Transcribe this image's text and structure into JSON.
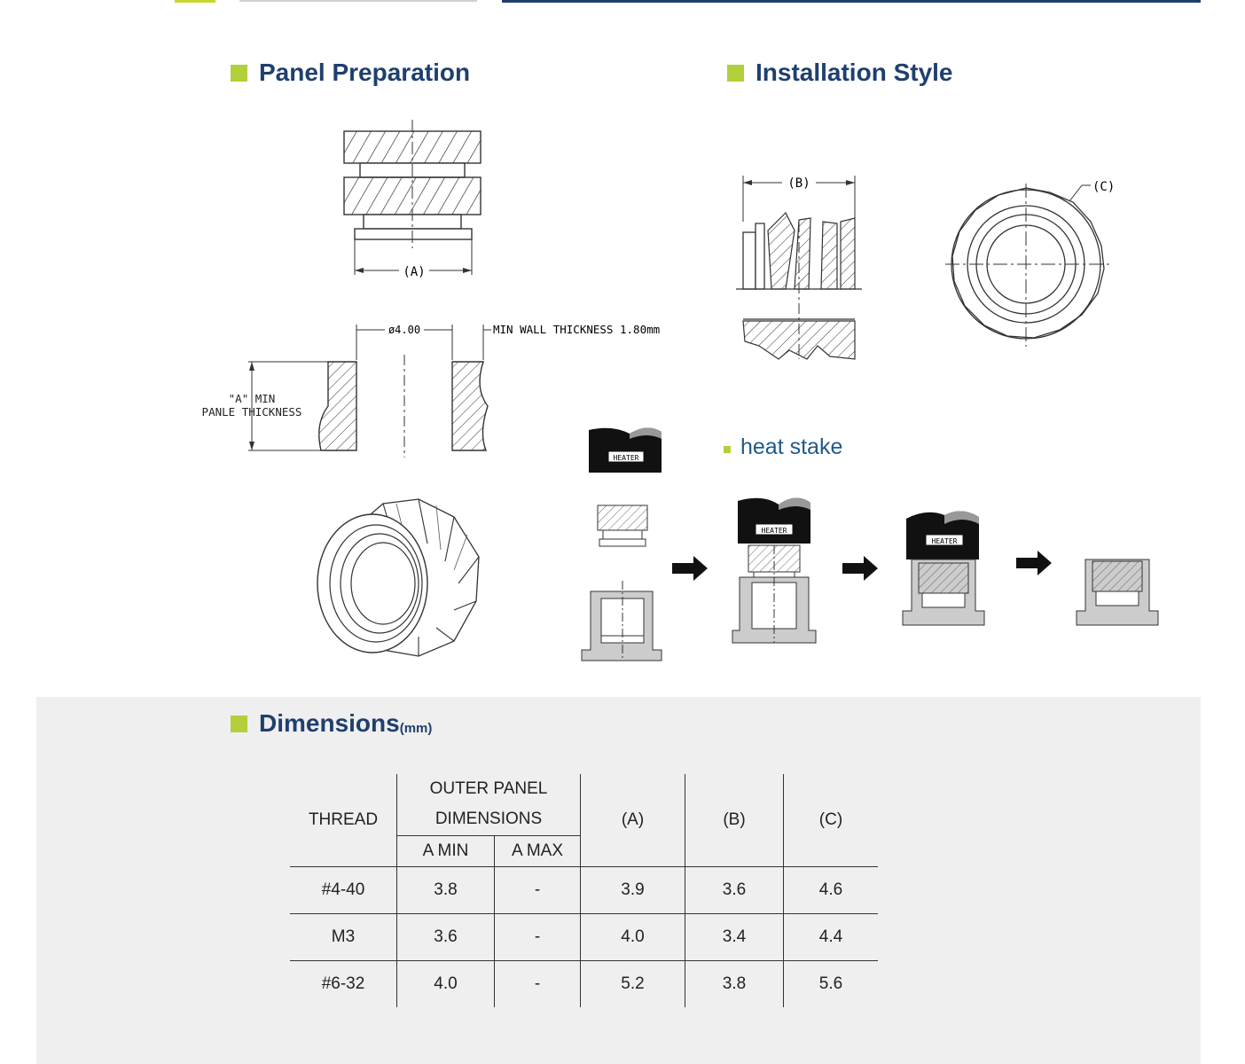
{
  "sections": {
    "panel_preparation": "Panel Preparation",
    "installation_style": "Installation Style",
    "dimensions": "Dimensions",
    "dimensions_unit": "(mm)"
  },
  "drawings": {
    "label_a": "(A)",
    "label_b": "(B)",
    "label_c": "(C)",
    "diameter": "ø4.00",
    "min_wall": "MIN WALL THICKNESS 1.80mm",
    "a_min_line1": "\"A\" MIN",
    "a_min_line2": "PANLE THICKNESS",
    "heater": "HEATER"
  },
  "heat_stake_label": "heat stake",
  "table": {
    "headers": {
      "thread": "THREAD",
      "outer_line1": "OUTER PANEL",
      "outer_line2": "DIMENSIONS",
      "a_min": "A MIN",
      "a_max": "A MAX",
      "a": "(A)",
      "b": "(B)",
      "c": "(C)"
    },
    "rows": [
      {
        "thread": "#4-40",
        "a_min": "3.8",
        "a_max": "-",
        "a": "3.9",
        "b": "3.6",
        "c": "4.6"
      },
      {
        "thread": "M3",
        "a_min": "3.6",
        "a_max": "-",
        "a": "4.0",
        "b": "3.4",
        "c": "4.4"
      },
      {
        "thread": "#6-32",
        "a_min": "4.0",
        "a_max": "-",
        "a": "5.2",
        "b": "3.8",
        "c": "5.6"
      }
    ]
  },
  "colors": {
    "accent_green": "#b3cf3a",
    "title_blue": "#1f3f6e",
    "panel_gray": "#efefef"
  }
}
